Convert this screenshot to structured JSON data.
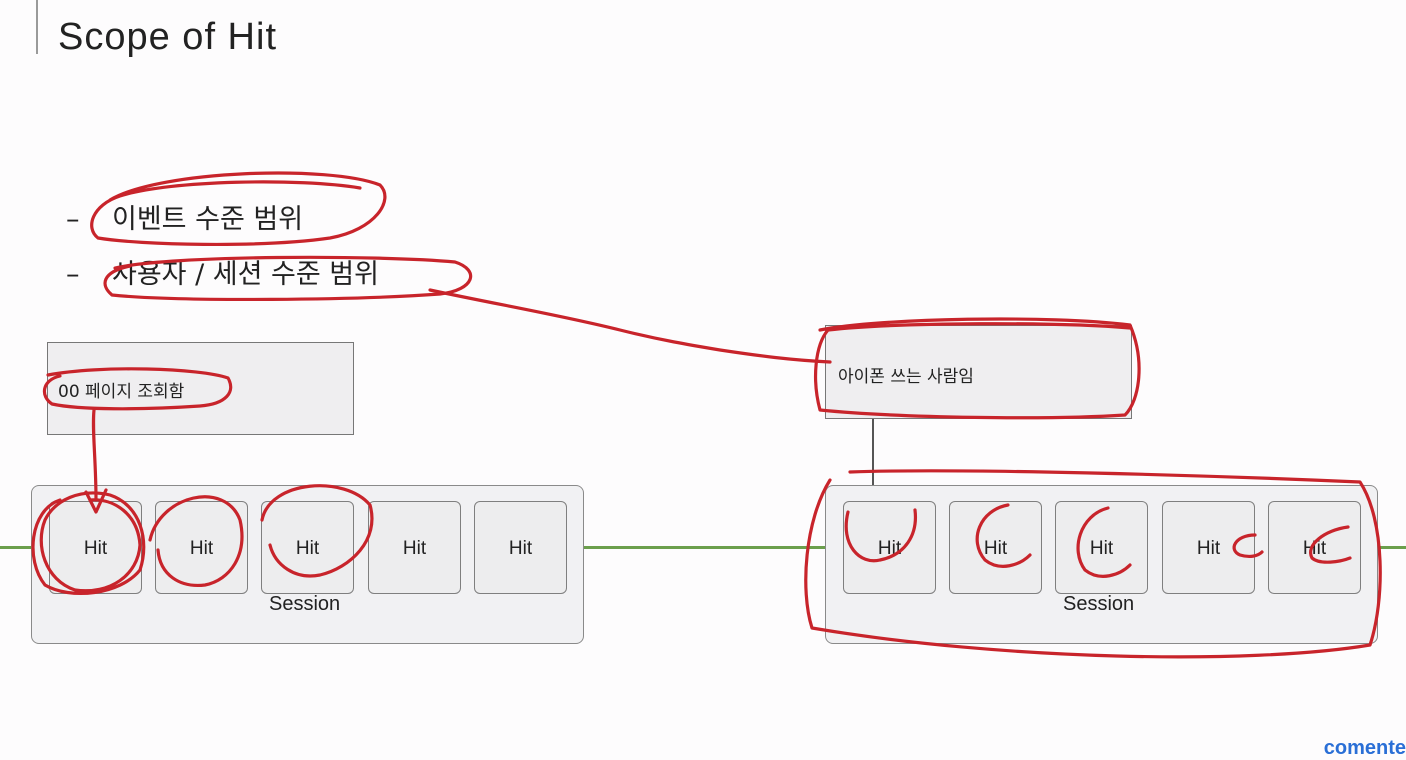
{
  "title": "Scope of Hit",
  "bullets": [
    {
      "dash": "–",
      "text": "이벤트 수준 범위"
    },
    {
      "dash": "–",
      "text": "사용자 / 세션 수준 범위"
    }
  ],
  "left_note": "00 페이지 조회함",
  "right_note": "아이폰 쓰는 사람임",
  "left_session": {
    "label": "Session",
    "hits": [
      "Hit",
      "Hit",
      "Hit",
      "Hit",
      "Hit"
    ]
  },
  "right_session": {
    "label": "Session",
    "hits": [
      "Hit",
      "Hit",
      "Hit",
      "Hit",
      "Hit"
    ]
  },
  "footer_brand": "comente",
  "colors": {
    "annotation": "#c8242b",
    "timeline": "#6b9f4c"
  }
}
